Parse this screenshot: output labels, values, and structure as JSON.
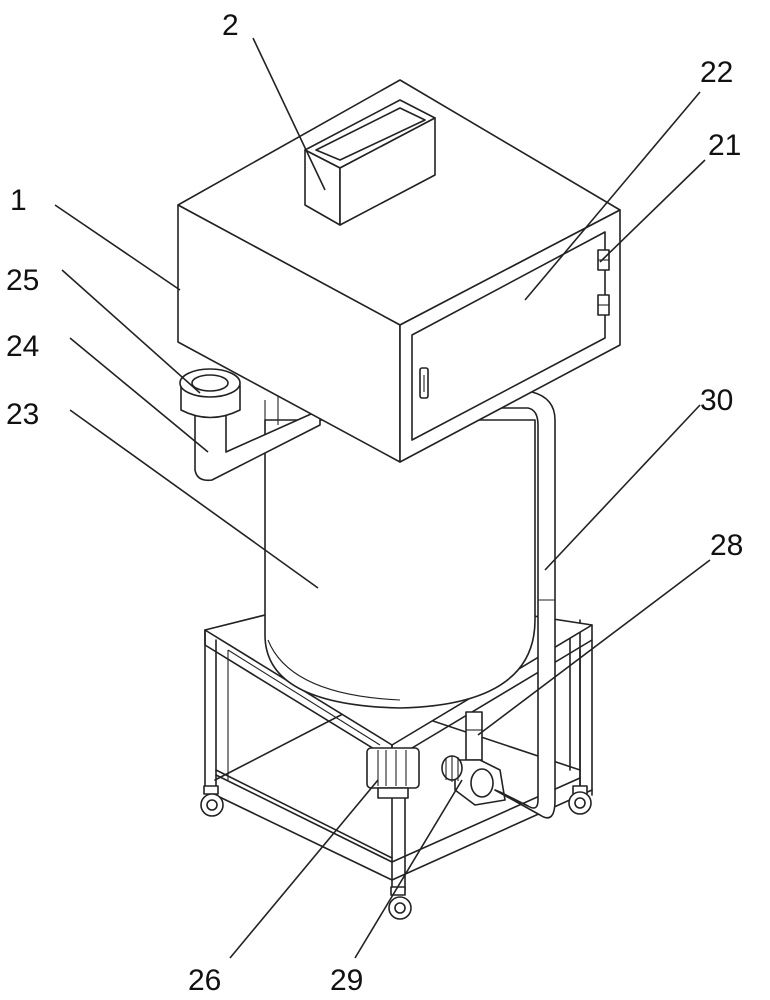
{
  "labels": [
    {
      "id": "1",
      "text": "1"
    },
    {
      "id": "2",
      "text": "2"
    },
    {
      "id": "21",
      "text": "21"
    },
    {
      "id": "22",
      "text": "22"
    },
    {
      "id": "23",
      "text": "23"
    },
    {
      "id": "24",
      "text": "24"
    },
    {
      "id": "25",
      "text": "25"
    },
    {
      "id": "26",
      "text": "26"
    },
    {
      "id": "28",
      "text": "28"
    },
    {
      "id": "29",
      "text": "29"
    },
    {
      "id": "30",
      "text": "30"
    }
  ]
}
